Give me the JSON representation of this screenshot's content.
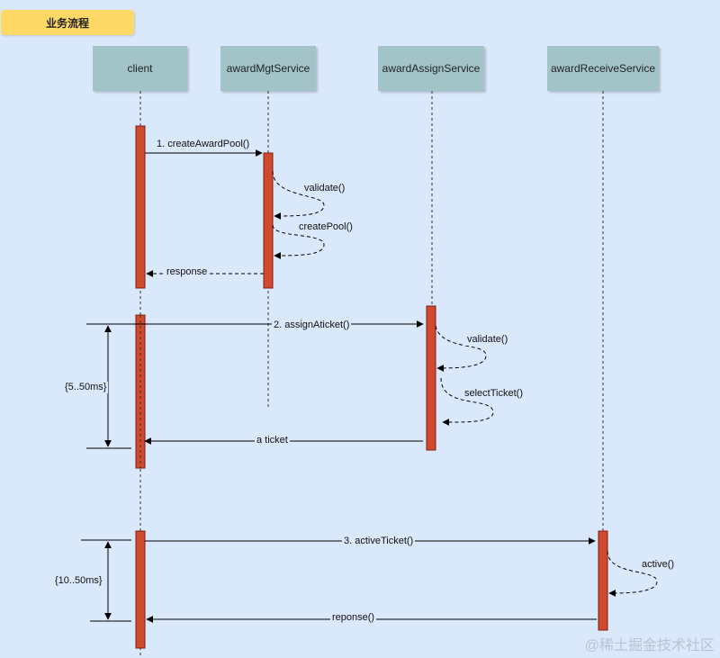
{
  "title": "业务流程",
  "participants": {
    "client": "client",
    "mgt": "awardMgtService",
    "assign": "awardAssignService",
    "receive": "awardReceiveService"
  },
  "messages": {
    "create_pool": "1. createAwardPool()",
    "validate1": "validate()",
    "create_pool_self": "createPool()",
    "response": "response",
    "assign_ticket": "2. assignAticket()",
    "validate2": "validate()",
    "select_ticket": "selectTicket()",
    "a_ticket": "a ticket",
    "active_ticket": "3. activeTicket()",
    "active": "active()",
    "reponse": "reponse()"
  },
  "durations": {
    "d1": "{5..50ms}",
    "d2": "{10..50ms}"
  },
  "watermark": "@稀土掘金技术社区",
  "colors": {
    "background": "#dae8fc",
    "title_bg": "#ffd966",
    "participant_bg": "#a2c4c9",
    "activation": "#d04a30"
  }
}
